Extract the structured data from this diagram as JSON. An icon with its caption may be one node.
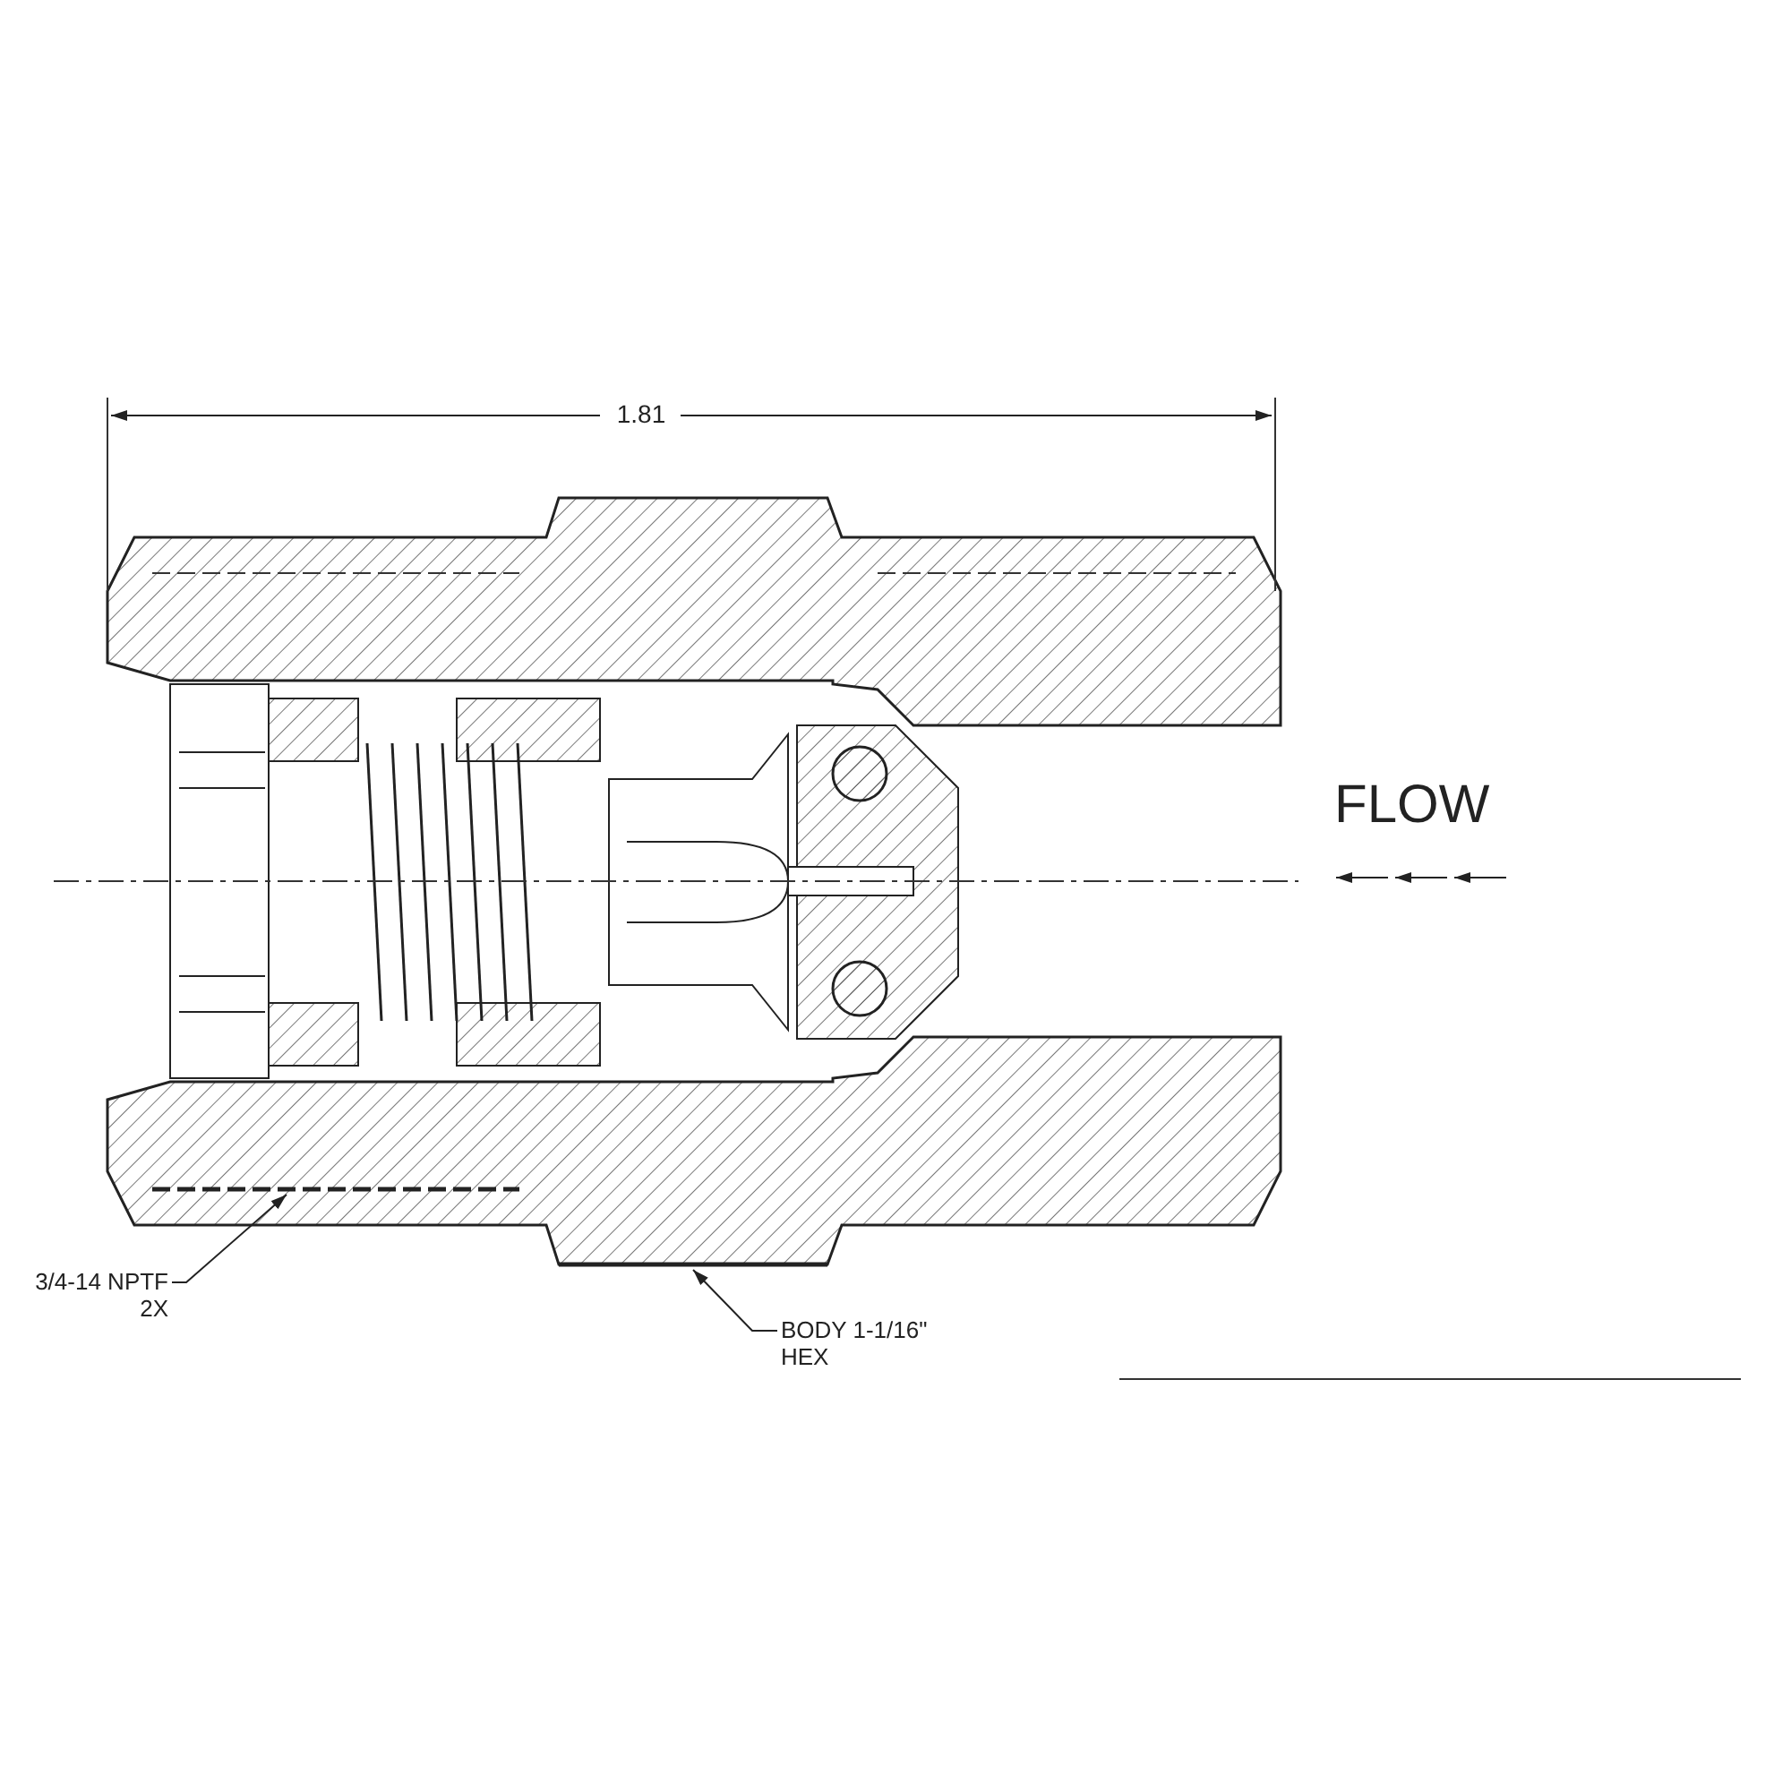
{
  "diagram": {
    "nodes": [
      {
        "text": [
          "3/4-14 NPTF 2X"
        ]
      },
      {
        "text": [],
        "shape": "picture"
      },
      {
        "text": [
          "BODY 1-1/16\" HEX"
        ]
      },
      {
        "text": [],
        "shape": "picture"
      }
    ],
    "edges": [
      {
        "from": 0,
        "to": 1,
        "arrow": "to"
      },
      {
        "from": 2,
        "to": 3,
        "arrow": "to"
      }
    ],
    "labels": [
      "1.81",
      "FLOW"
    ]
  }
}
